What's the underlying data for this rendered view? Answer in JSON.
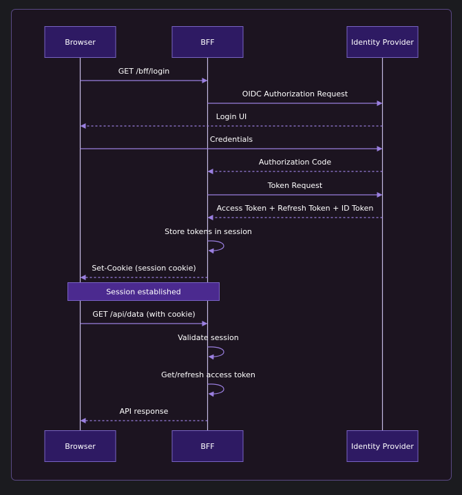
{
  "colors": {
    "page_background": "#1b1b1f",
    "canvas_background": "#1c1420",
    "canvas_border": "#5b4a86",
    "actor_fill": "#2e1a63",
    "actor_stroke": "#7a64c6",
    "lifeline": "#c7bde6",
    "message": "#9a7fe0",
    "note_fill": "#4b2a8f",
    "note_stroke": "#7a64c6",
    "text": "#ffffff"
  },
  "participants": [
    {
      "id": "browser",
      "label": "Browser"
    },
    {
      "id": "bff",
      "label": "BFF"
    },
    {
      "id": "idp",
      "label": "Identity Provider"
    }
  ],
  "messages": [
    {
      "from": "browser",
      "to": "bff",
      "label": "GET /bff/login",
      "style": "solid"
    },
    {
      "from": "bff",
      "to": "idp",
      "label": "OIDC Authorization Request",
      "style": "solid"
    },
    {
      "from": "idp",
      "to": "browser",
      "label": "Login UI",
      "style": "dashed"
    },
    {
      "from": "browser",
      "to": "idp",
      "label": "Credentials",
      "style": "solid"
    },
    {
      "from": "idp",
      "to": "bff",
      "label": "Authorization Code",
      "style": "dashed"
    },
    {
      "from": "bff",
      "to": "idp",
      "label": "Token Request",
      "style": "solid"
    },
    {
      "from": "idp",
      "to": "bff",
      "label": "Access Token + Refresh Token + ID Token",
      "style": "dashed"
    },
    {
      "from": "bff",
      "to": "bff",
      "label": "Store tokens in session",
      "style": "solid"
    },
    {
      "from": "bff",
      "to": "browser",
      "label": "Set-Cookie (session cookie)",
      "style": "dashed"
    },
    {
      "from": "browser",
      "to": "bff",
      "label": "GET /api/data (with cookie)",
      "style": "solid"
    },
    {
      "from": "bff",
      "to": "bff",
      "label": "Validate session",
      "style": "solid"
    },
    {
      "from": "bff",
      "to": "bff",
      "label": "Get/refresh access token",
      "style": "solid"
    },
    {
      "from": "bff",
      "to": "browser",
      "label": "API response",
      "style": "dashed"
    }
  ],
  "notes": [
    {
      "over": [
        "browser",
        "bff"
      ],
      "after_message": 8,
      "label": "Session established"
    }
  ]
}
